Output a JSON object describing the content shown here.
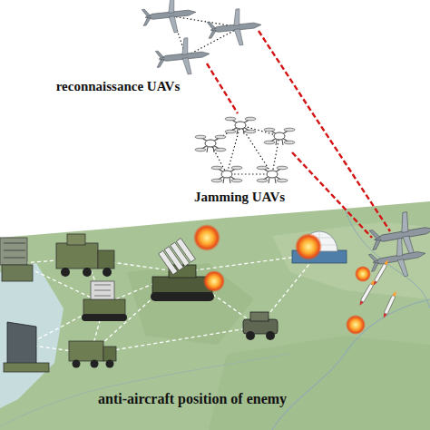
{
  "diagram": {
    "labels": [
      "reconnaissance UAVs",
      "Jamming UAVs",
      "anti-aircraft position of enemy"
    ]
  }
}
